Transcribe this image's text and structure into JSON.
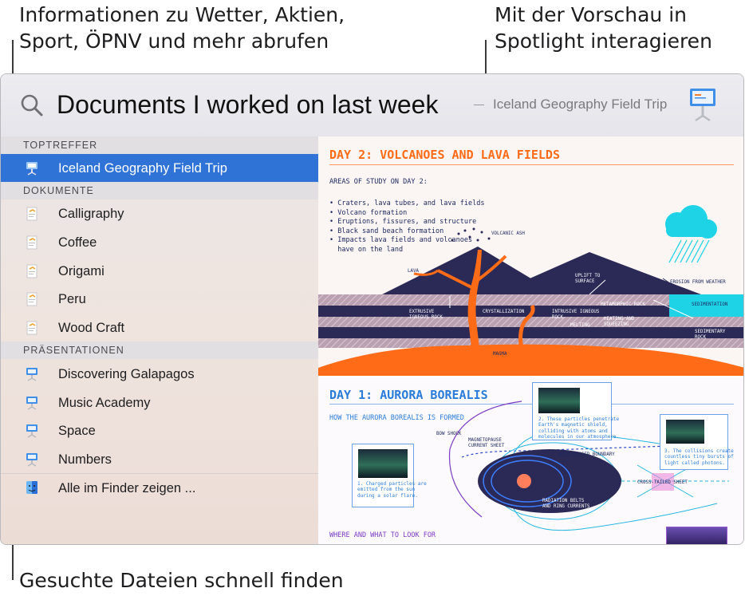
{
  "callouts": {
    "top_left": [
      "Informationen zu Wetter, Aktien,",
      "Sport, ÖPNV und mehr abrufen"
    ],
    "top_right": [
      "Mit der Vorschau in",
      "Spotlight interagieren"
    ],
    "bottom_left": "Gesuchte Dateien schnell finden"
  },
  "search": {
    "query": "Documents I worked on last week",
    "top_hit_preview": "Iceland Geography Field Trip"
  },
  "sections": [
    {
      "header": "TOPTREFFER",
      "items": [
        {
          "label": "Iceland Geography Field Trip",
          "icon": "keynote-icon",
          "selected": true
        }
      ]
    },
    {
      "header": "DOKUMENTE",
      "items": [
        {
          "label": "Calligraphy",
          "icon": "pages-icon"
        },
        {
          "label": "Coffee",
          "icon": "pages-icon"
        },
        {
          "label": "Origami",
          "icon": "pages-icon"
        },
        {
          "label": "Peru",
          "icon": "pages-icon"
        },
        {
          "label": "Wood Craft",
          "icon": "pages-icon"
        }
      ]
    },
    {
      "header": "PRÄSENTATIONEN",
      "items": [
        {
          "label": "Discovering Galapagos",
          "icon": "keynote-icon"
        },
        {
          "label": "Music Academy",
          "icon": "keynote-icon"
        },
        {
          "label": "Space",
          "icon": "keynote-icon"
        },
        {
          "label": "Numbers",
          "icon": "keynote-icon"
        }
      ]
    }
  ],
  "finder_row": {
    "label": "Alle im Finder zeigen ...",
    "icon": "finder-icon"
  },
  "preview": {
    "slide1": {
      "title": "DAY 2: VOLCANOES AND LAVA FIELDS",
      "subtitle": "AREAS OF STUDY ON DAY 2:",
      "bullets": [
        "• Craters, lava tubes, and lava fields",
        "• Volcano formation",
        "• Eruptions, fissures, and structure",
        "• Black sand beach formation",
        "• Impacts lava fields and volcanoes",
        "  have on the land"
      ],
      "labels": {
        "volcanic_ash": "VOLCANIC ASH",
        "lava": "LAVA",
        "uplift": "UPLIFT TO\nSURFACE",
        "erosion": "EROSION FROM WEATHER",
        "sedimentation": "SEDIMENTATION",
        "extrusive": "EXTRUSIVE\nIGNEOUS ROCK",
        "crystallization": "CRYSTALLIZATION",
        "intrusive": "INTRUSIVE IGNEOUS\nROCK",
        "metamorphic": "METAMORPHIC ROCK",
        "melting": "MELTING",
        "heating": "HEATING AND\nSQUEEZING",
        "sedimentary": "SEDIMENTARY\nROCK",
        "magma": "MAGMA"
      }
    },
    "slide2": {
      "title": "DAY 1: AURORA BOREALIS",
      "subtitle": "HOW THE AURORA BOREALIS IS FORMED",
      "bottom_heading": "WHERE AND WHAT TO LOOK FOR",
      "labels": {
        "bow_shock": "BOW SHOCK",
        "magnetopause": "MAGNETOPAUSE\nCURRENT SHEET",
        "open_closed": "OPEN-CLOSED BOUNDARY",
        "cross_tail": "CROSS-TAILED SHEET",
        "radiation": "RADIATION BELTS\nAND RING CURRENTS"
      },
      "cards": {
        "c1": "1. Charged particles are\nemitted from the sun\nduring a solar flare.",
        "c2": "2. These particles penetrate\nEarth's magnetic shield,\ncolliding with atoms and\nmolecules in our atmosphere.",
        "c3": "3. The collisions create\ncountless tiny bursts of\nlight called photons."
      }
    }
  },
  "colors": {
    "selection": "#2f73d6",
    "orange": "#ff6b16",
    "navy": "#2b2956",
    "blue": "#2a7cd9",
    "cloud": "#1fd3e6"
  }
}
